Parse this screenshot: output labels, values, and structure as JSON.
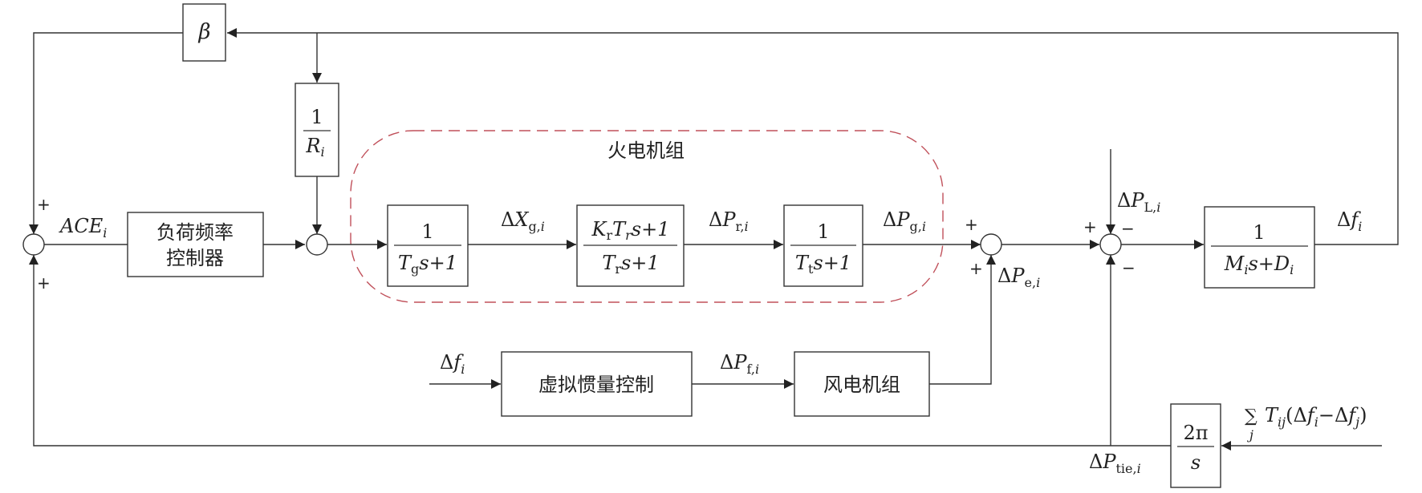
{
  "group": {
    "label": "火电机组",
    "color": "#c0505a"
  },
  "beta": {
    "sym": "β"
  },
  "droop": {
    "num": "1",
    "den_main": "R",
    "den_sub": "i"
  },
  "ace": {
    "main": "ACE",
    "sub": "i"
  },
  "lfc": {
    "line1": "负荷频率",
    "line2": "控制器"
  },
  "governor": {
    "num": "1",
    "d1": "T",
    "d2": "g",
    "d3": "s+1"
  },
  "xg": {
    "delta": "Δ",
    "main": "X",
    "sub": "g,",
    "subi": "i"
  },
  "reheat": {
    "n1": "K",
    "n2": "r",
    "n3": "T",
    "n4": "r",
    "n5": "s+1",
    "d1": "T",
    "d2": "r",
    "d3": "s+1"
  },
  "pr": {
    "delta": "Δ",
    "main": "P",
    "sub": "r,",
    "subi": "i"
  },
  "turbine": {
    "num": "1",
    "d1": "T",
    "d2": "t",
    "d3": "s+1"
  },
  "pg": {
    "delta": "Δ",
    "main": "P",
    "sub": "g,",
    "subi": "i"
  },
  "pe": {
    "delta": "Δ",
    "main": "P",
    "sub": "e,",
    "subi": "i"
  },
  "pl": {
    "delta": "Δ",
    "main": "P",
    "sub": "L,",
    "subi": "i"
  },
  "inertia": {
    "num": "1",
    "d1": "M",
    "d2": "i",
    "d3": "s+",
    "d4": "D",
    "d5": "i"
  },
  "df_out": {
    "delta": "Δ",
    "main": "f",
    "sub": "i"
  },
  "df_in": {
    "delta": "Δ",
    "main": "f",
    "sub": "i"
  },
  "vic": {
    "label": "虚拟惯量控制"
  },
  "pf": {
    "delta": "Δ",
    "main": "P",
    "sub": "f,",
    "subi": "i"
  },
  "wind": {
    "label": "风电机组"
  },
  "tie_block": {
    "num": "2π",
    "den": "s"
  },
  "tie_sum": {
    "sigma": "∑",
    "j": "j",
    "T": "T",
    "ij": "ij",
    "open": "(",
    "d1": "Δ",
    "f1": "f",
    "i1": "i",
    "minus": "−",
    "d2": "Δ",
    "f2": "f",
    "j2": "j",
    "close": ")"
  },
  "ptie": {
    "delta": "Δ",
    "main": "P",
    "sub": "tie,",
    "subi": "i"
  },
  "signs": {
    "ace_top": "+",
    "ace_bottom": "+",
    "s3_top": "+",
    "s3_bottom": "+",
    "s4_left": "+",
    "s4_top": "−",
    "s4_bottom": "−"
  }
}
